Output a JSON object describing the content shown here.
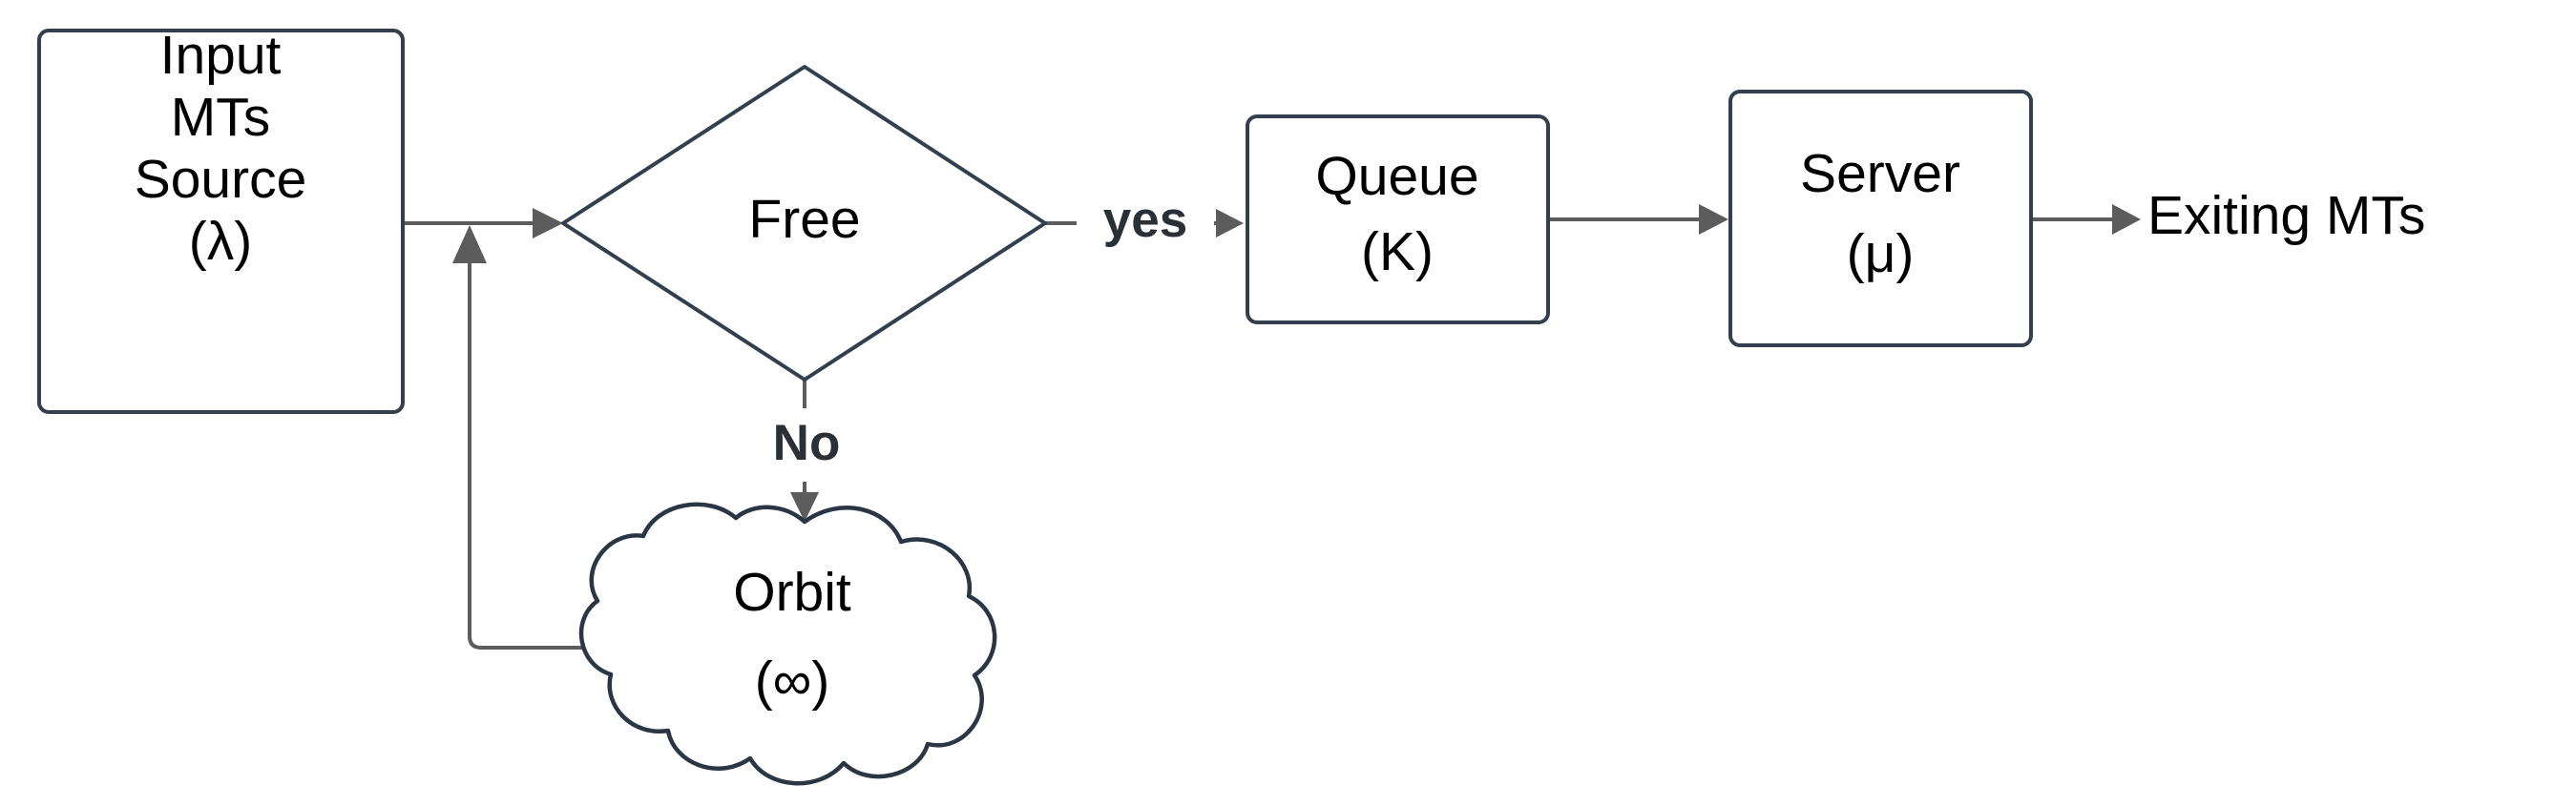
{
  "diagram": {
    "type": "flowchart",
    "title": "Retrial queueing system flow diagram",
    "background_color": "#ffffff",
    "node_border_color": "#333f4d",
    "edge_color": "#5c5c5c",
    "label_color": "#2b3036",
    "nodes": [
      {
        "id": "source",
        "shape": "rounded-rectangle",
        "lines": [
          "Input",
          "MTs",
          "Source",
          "(λ)"
        ]
      },
      {
        "id": "decision",
        "shape": "diamond",
        "lines": [
          "Free"
        ]
      },
      {
        "id": "queue",
        "shape": "rounded-rectangle",
        "lines": [
          "Queue",
          "(K)"
        ]
      },
      {
        "id": "server",
        "shape": "rounded-rectangle",
        "lines": [
          "Server",
          "(μ)"
        ]
      },
      {
        "id": "orbit",
        "shape": "cloud",
        "lines": [
          "Orbit",
          "(∞)"
        ]
      },
      {
        "id": "exit",
        "shape": "text",
        "lines": [
          "Exiting MTs"
        ]
      }
    ],
    "edges": [
      {
        "id": "source-to-decision",
        "from": "source",
        "to": "decision",
        "label": ""
      },
      {
        "id": "decision-to-queue",
        "from": "decision",
        "to": "queue",
        "label": "yes"
      },
      {
        "id": "queue-to-server",
        "from": "queue",
        "to": "server",
        "label": ""
      },
      {
        "id": "server-to-exit",
        "from": "server",
        "to": "exit",
        "label": ""
      },
      {
        "id": "decision-to-orbit",
        "from": "decision",
        "to": "orbit",
        "label": "No"
      },
      {
        "id": "orbit-to-decision",
        "from": "orbit",
        "to": "decision",
        "label": ""
      }
    ]
  },
  "labels": {
    "source_line1": "Input",
    "source_line2": "MTs",
    "source_line3": "Source",
    "source_line4": "(λ)",
    "decision_line1": "Free",
    "queue_line1": "Queue",
    "queue_line2": "(K)",
    "server_line1": "Server",
    "server_line2": "(μ)",
    "orbit_line1": "Orbit",
    "orbit_line2": "(∞)",
    "exit_text": "Exiting MTs",
    "edge_yes": "yes",
    "edge_no": "No"
  }
}
